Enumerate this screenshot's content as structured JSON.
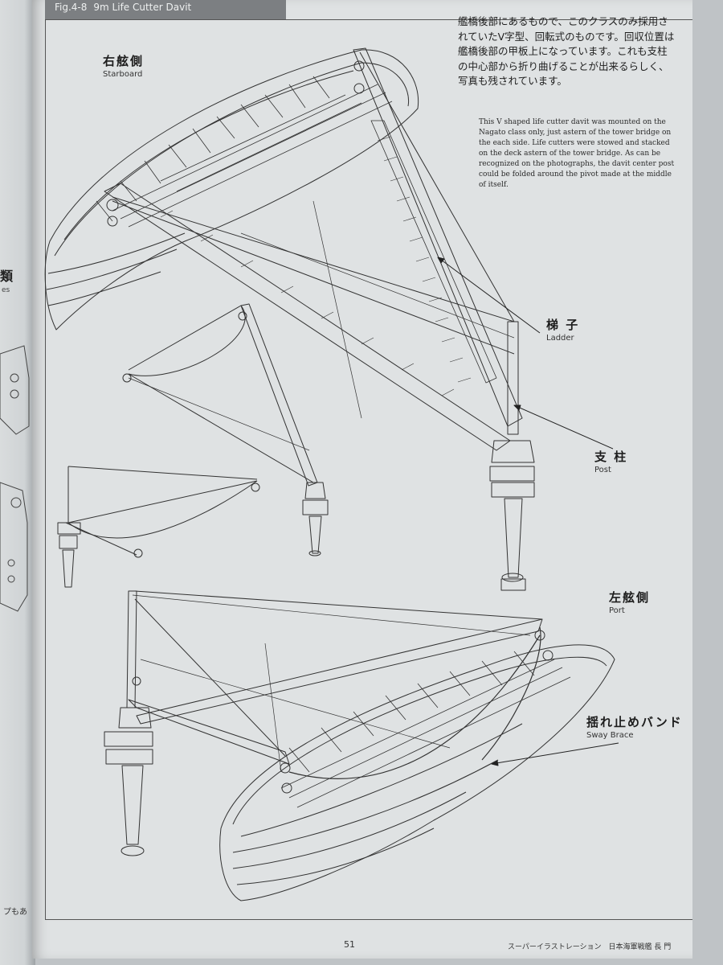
{
  "figure": {
    "number": "Fig.4-8",
    "title": "9m Life Cutter Davit"
  },
  "description": {
    "japanese": "艦橋後部にあるもので、このクラスのみ採用されていたV字型、回転式のものです。回収位置は艦橋後部の甲板上になっています。これも支柱の中心部から折り曲げることが出来るらしく、写真も残されています。",
    "english": "This V shaped life cutter davit was mounted on the Nagato class only, just astern of the tower bridge on the each side. Life cutters were stowed and stacked on the deck astern of the tower bridge. As can be recognized on the photographs, the davit center post could be folded around the pivot made at the middle of itself."
  },
  "labels": {
    "starboard": {
      "jp": "右舷側",
      "en": "Starboard"
    },
    "ladder": {
      "jp": "梯 子",
      "en": "Ladder"
    },
    "post": {
      "jp": "支 柱",
      "en": "Post"
    },
    "port": {
      "jp": "左舷側",
      "en": "Port"
    },
    "sway_brace": {
      "jp": "揺れ止めバンド",
      "en": "Sway Brace"
    }
  },
  "footer": {
    "page_number": "51",
    "running_title": "スーパーイラストレーション　日本海軍戦艦 長 門"
  },
  "previous_page": {
    "kanji": "類",
    "latin": "es",
    "footnote": "プもあ"
  }
}
